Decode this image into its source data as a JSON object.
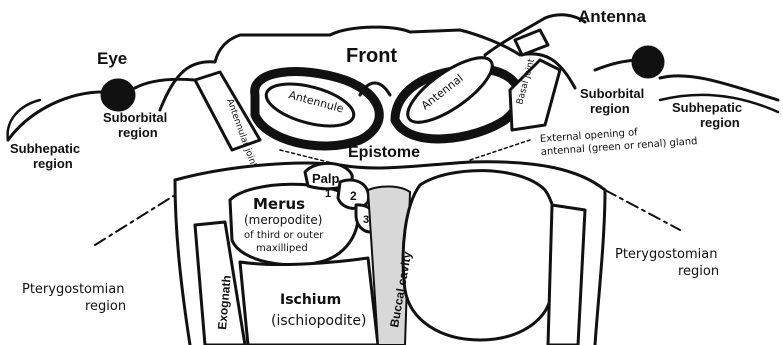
{
  "labels": {
    "antenna": "Antenna",
    "eye": "Eye",
    "front": "Front",
    "antennule": "Antennule",
    "antennal": "Antennal",
    "antennular_joint": "Antennular joint",
    "basal_joint": "Basal joint",
    "suborbital_left": [
      "Suborbital",
      "region"
    ],
    "suborbital_right": [
      "Suborbital",
      "region"
    ],
    "subhepatic_left": [
      "Subhepatic",
      "region"
    ],
    "subhepatic_right": [
      "Subhepatic",
      "region"
    ],
    "epistome": "Epistome",
    "external_opening": [
      "External opening of",
      "antennal (green or renal) gland"
    ],
    "palp": "Palp",
    "num_1": "1",
    "num_2": "2",
    "num_3": "3",
    "merus": [
      "Merus",
      "(meropodite)",
      "of third or outer",
      "maxilliped"
    ],
    "exognath": "Exognath",
    "ischium": [
      "Ischium",
      "(ischiopodite)"
    ],
    "buccal_cavity": "Buccal cavity",
    "pterygostomian_left": [
      "Pterygostomian",
      "region"
    ],
    "pterygostomian_right": [
      "Pterygostomian",
      "region"
    ]
  }
}
